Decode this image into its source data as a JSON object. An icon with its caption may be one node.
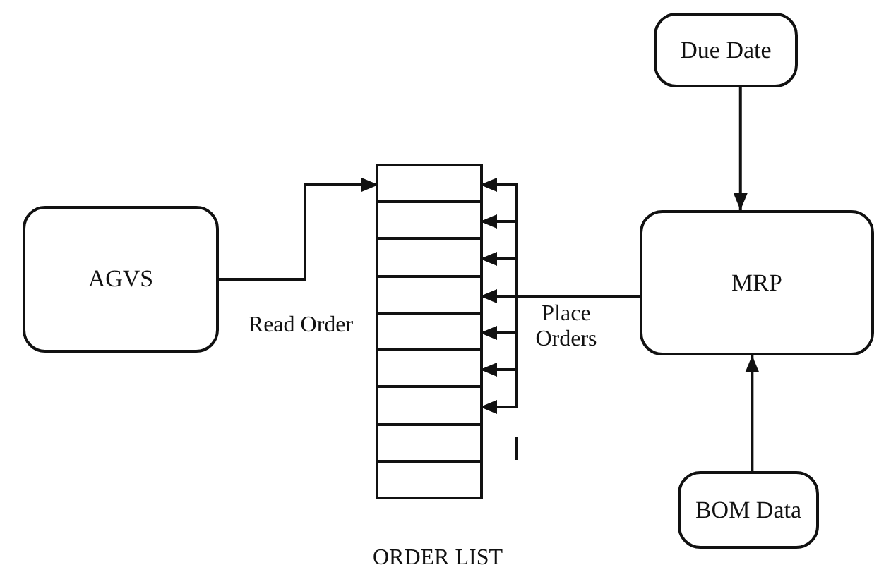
{
  "diagram": {
    "nodes": [
      {
        "text": [
          "AGVS"
        ]
      },
      {
        "text": [],
        "shape": "box",
        "beside": [
          "ORDER LIST"
        ]
      },
      {
        "text": [],
        "shape": "box",
        "in": 1
      },
      {
        "text": [],
        "shape": "box",
        "in": 1
      },
      {
        "text": [],
        "shape": "box",
        "in": 1
      },
      {
        "text": [],
        "shape": "box",
        "in": 1
      },
      {
        "text": [],
        "shape": "box",
        "in": 1
      },
      {
        "text": [],
        "shape": "box",
        "in": 1
      },
      {
        "text": [],
        "shape": "box",
        "in": 1
      },
      {
        "text": [],
        "shape": "box",
        "in": 1
      },
      {
        "text": [],
        "shape": "box",
        "in": 1
      },
      {
        "text": [
          "MRP"
        ]
      },
      {
        "text": [
          "Due Date"
        ]
      },
      {
        "text": [
          "BOM Data"
        ]
      }
    ],
    "edges": [
      {
        "from": 0,
        "to": 2,
        "arrow": "to",
        "label": "Read Order"
      },
      {
        "from": 11,
        "to": 2,
        "arrow": "to"
      },
      {
        "from": 11,
        "to": 3,
        "arrow": "to"
      },
      {
        "from": 11,
        "to": 4,
        "arrow": "to"
      },
      {
        "from": 11,
        "to": 5,
        "arrow": "to",
        "label": "Place Orders"
      },
      {
        "from": 11,
        "to": 6,
        "arrow": "to"
      },
      {
        "from": 11,
        "to": 7,
        "arrow": "to"
      },
      {
        "from": 11,
        "to": 8,
        "arrow": "to"
      },
      {
        "from": 12,
        "to": 11,
        "arrow": "to"
      },
      {
        "from": 13,
        "to": 11,
        "arrow": "to"
      }
    ]
  }
}
